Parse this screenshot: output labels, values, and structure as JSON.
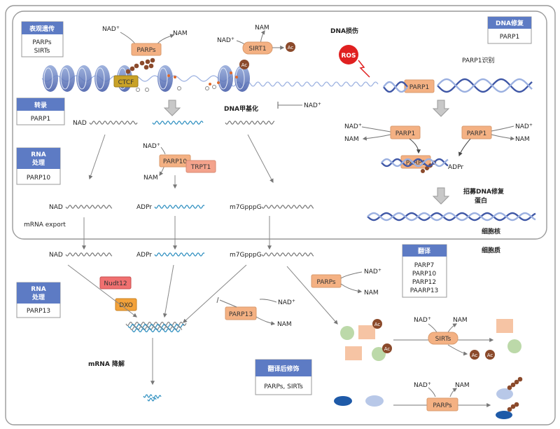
{
  "boxes": {
    "epigenetics": {
      "title": "表观遗传",
      "items": [
        "PARPs",
        "SIRTs"
      ]
    },
    "dna_repair": {
      "title": "DNA修复",
      "items": [
        "PARP1"
      ]
    },
    "transcription": {
      "title": "转录",
      "items": [
        "PARP1"
      ]
    },
    "rna_processing_1": {
      "title_lines": [
        "RNA",
        "处理"
      ],
      "items": [
        "PARP10"
      ]
    },
    "rna_processing_2": {
      "title_lines": [
        "RNA",
        "处理"
      ],
      "items": [
        "PARP13"
      ]
    },
    "translation": {
      "title": "翻译",
      "items": [
        "PARP7",
        "PARP10",
        "PARP12",
        "PAARP13"
      ]
    },
    "ptm": {
      "title": "翻译后修饰",
      "items": [
        "PARPs, SIRTs"
      ]
    }
  },
  "enzymes": {
    "parps_top": "PARPs",
    "ctcf": "CTCF",
    "sirt1": "SIRT1",
    "parp1_recog": "PARP1",
    "parp1_left": "PARP1",
    "parp1_right": "PARP1",
    "parp1_bound": "PARP1",
    "parp10": "PARP10",
    "trpt1": "TRPT1",
    "nudt12": "Nudt12",
    "dxo": "DXO",
    "parp13": "PARP13",
    "parps_translation": "PARPs",
    "sirts": "SIRTs",
    "parps_bottom": "PARPs"
  },
  "labels": {
    "nad": "NAD",
    "plus": "+",
    "nam": "NAM",
    "ac": "Ac",
    "ros": "ROS",
    "dna_damage": "DNA损伤",
    "parp1_recognition": "PARP1识别",
    "dna_methylation": "DNA甲基化",
    "adpr": "ADPr",
    "recruit_repair_line1": "招募DNA修复",
    "recruit_repair_line2": "蛋白",
    "nucleus": "细胞核",
    "cytoplasm": "细胞质",
    "mrna_export": "mRNA export",
    "mrna_degradation": "mRNA 降解",
    "rna_cap_nad": "NAD",
    "rna_cap_adpr": "ADPr",
    "rna_cap_m7g": "m7GpppG"
  }
}
